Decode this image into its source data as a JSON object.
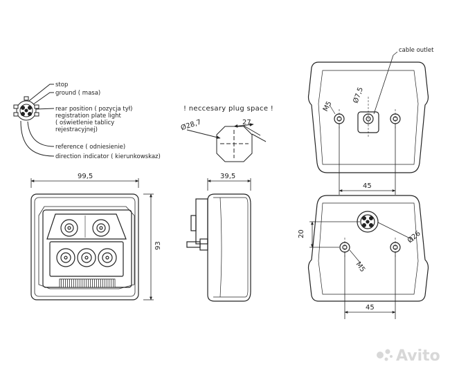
{
  "connector_labels": [
    "stop",
    "ground ( masa)",
    "rear position ( pozycja tył)",
    "registration plate light",
    "( oświetlenie tablicy",
    "rejestracyjnej)",
    "reference ( odniesienie)",
    "direction indicator ( kierunkowskaz)"
  ],
  "plug_note": "! neccesary plug space !",
  "dimensions": {
    "plug_diameter": "Ø28,7",
    "plug_flat": "27",
    "front_width": "99,5",
    "front_height": "93",
    "side_depth": "39,5",
    "top_hole_spacing": "45",
    "bottom_hole_spacing": "45",
    "offset_20": "20",
    "thread_top": "M5",
    "thread_bottom": "M5",
    "outlet_diameter": "Ø7,5",
    "socket_diameter": "Ø26"
  },
  "cable_outlet_label": "cable outlet",
  "watermark": "Avito",
  "colors": {
    "line": "#222222",
    "hatch": "#555555",
    "watermark": "#d8d8d8"
  }
}
